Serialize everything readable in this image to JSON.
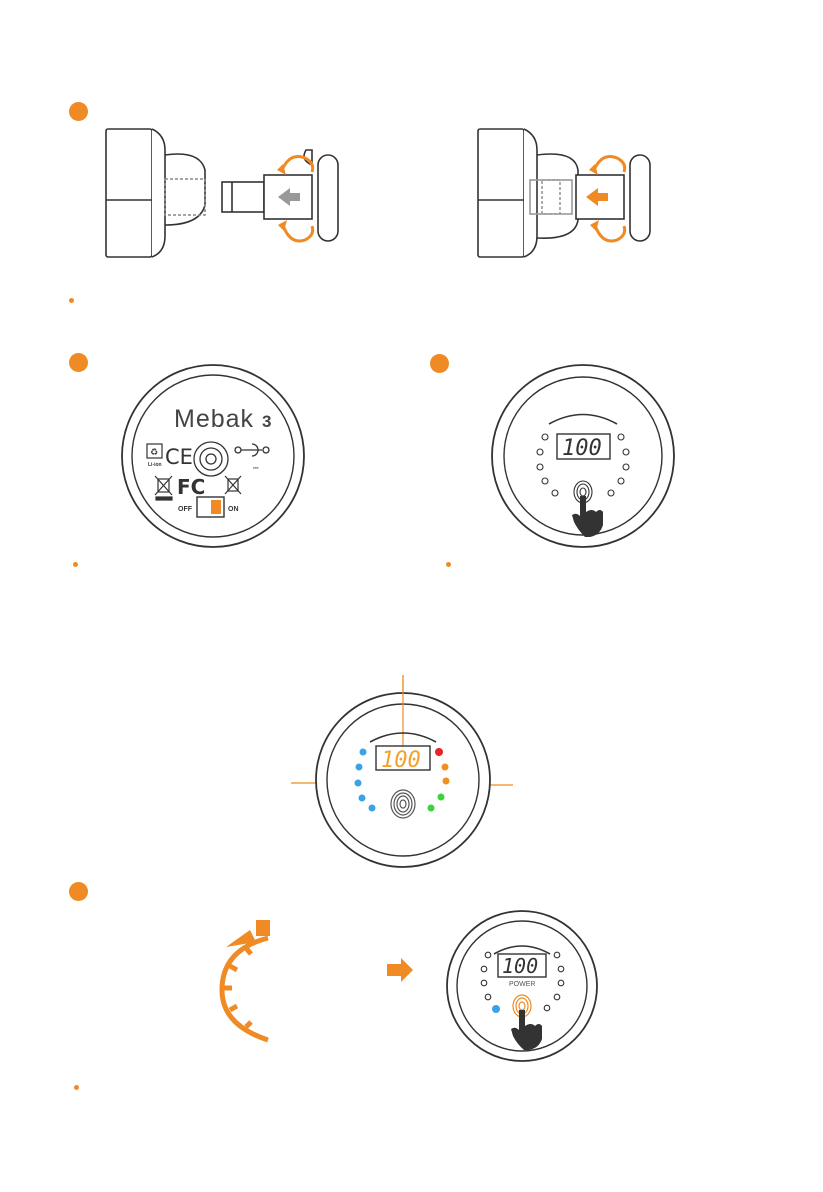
{
  "step3": {
    "brand_name": "Mebak",
    "brand_number": "3",
    "switch_off_label": "OFF",
    "switch_on_label": "ON",
    "battery_label": "Li-ion"
  },
  "step4": {
    "display_value": "100"
  },
  "indicator": {
    "display_value": "100"
  },
  "step5": {
    "display_value": "100",
    "power_label": "POWER"
  },
  "colors": {
    "accent": "#f08a24",
    "display_orange": "#f3a12c",
    "led_blue": "#3aa3e6",
    "led_red": "#e8222a",
    "led_orange": "#f0901e",
    "led_green": "#3ad43a"
  }
}
